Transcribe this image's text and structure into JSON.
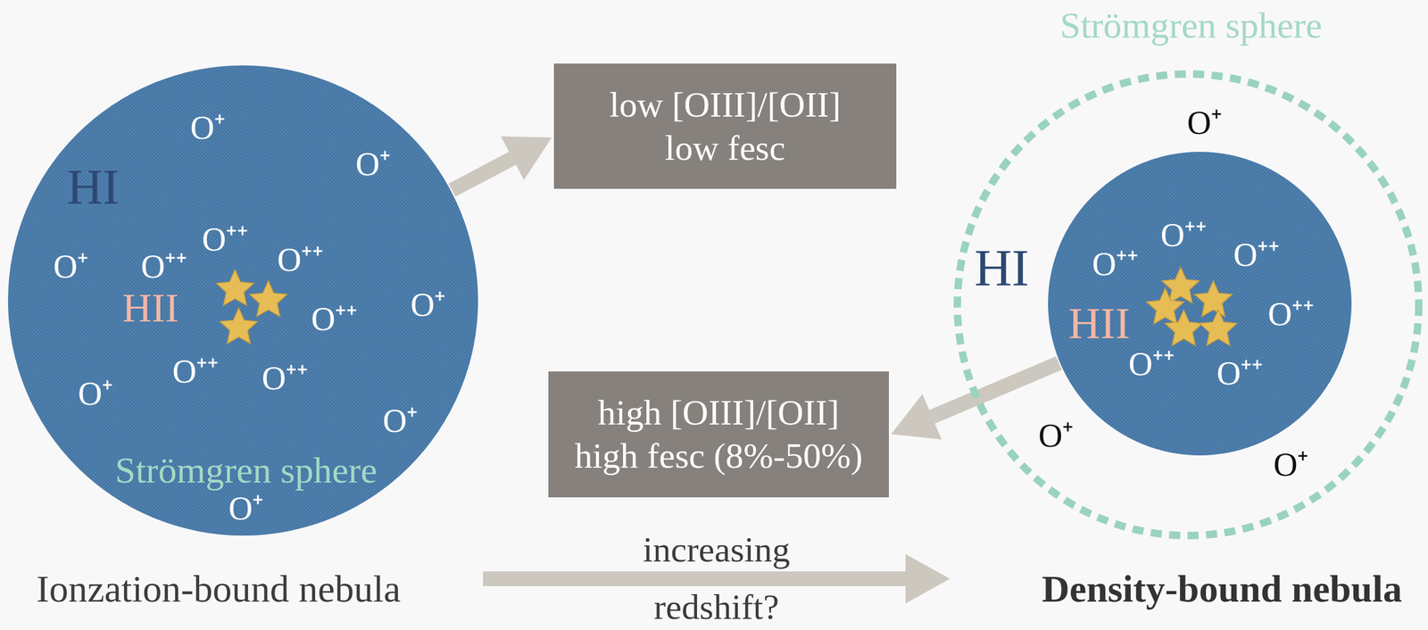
{
  "diagram": {
    "nodes": [
      {
        "text": [
          "HI",
          "O⁺",
          "O⁺",
          "O⁺",
          "O⁺",
          "O⁺",
          "O⁺",
          "O⁺"
        ]
      },
      {
        "text": [
          "HII",
          "O⁺⁺",
          "O⁺⁺",
          "O⁺⁺",
          "O⁺⁺",
          "O⁺⁺",
          "O⁺⁺"
        ],
        "in": 0
      },
      {
        "text": [
          "low [OIII]/[OII]",
          "low fesc"
        ]
      },
      {
        "text": [
          "high [OIII]/[OII]",
          "high fesc (8%-50%)"
        ]
      },
      {
        "text": [
          "Strömgren sphere",
          "O⁺",
          "O⁺",
          "O⁺"
        ]
      },
      {
        "text": [
          "HI"
        ],
        "in": 4
      },
      {
        "text": [
          "HII",
          "O⁺⁺",
          "O⁺⁺",
          "O⁺⁺",
          "O⁺⁺",
          "O⁺⁺",
          "O⁺⁺"
        ],
        "in": 5
      }
    ],
    "edges": [
      {
        "from": 0,
        "to": 2,
        "arrow": "to"
      },
      {
        "from": 5,
        "to": 3,
        "arrow": "to"
      },
      {
        "from": 0,
        "to": 4,
        "label": "increasing redshift?",
        "arrow": "to"
      }
    ],
    "labels": [
      "Strömgren sphere",
      "Ionzation-bound nebula",
      "Density-bound nebula"
    ]
  }
}
